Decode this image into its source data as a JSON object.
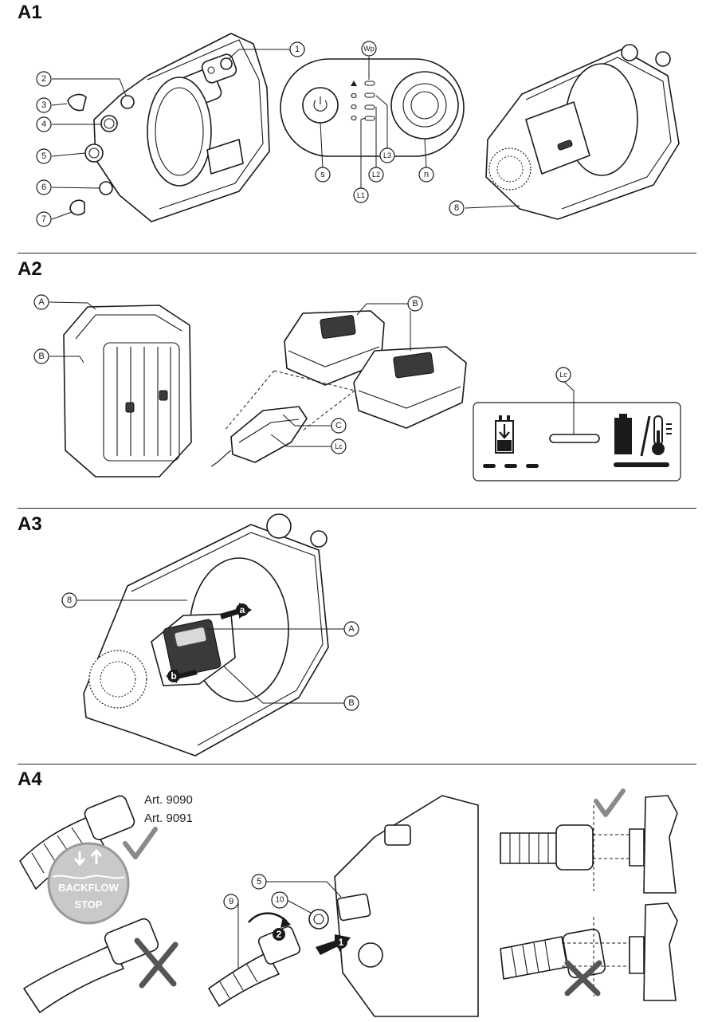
{
  "sections": {
    "a1": "A1",
    "a2": "A2",
    "a3": "A3",
    "a4": "A4"
  },
  "callouts": {
    "c1": "1",
    "c2": "2",
    "c3": "3",
    "c4": "4",
    "c5": "5",
    "c6": "6",
    "c7": "7",
    "c8": "8",
    "c9": "9",
    "c10": "10",
    "wp": "Wp",
    "s": "s",
    "n": "n",
    "l1": "L1",
    "l2": "L2",
    "l3": "L3",
    "a": "A",
    "b": "B",
    "c": "C",
    "lc": "Lc"
  },
  "arrow_labels": {
    "a": "a",
    "b": "b",
    "one": "1",
    "two": "2"
  },
  "a4_texts": {
    "art1": "Art. 9090",
    "art2": "Art. 9091",
    "backflow1": "BACKFLOW",
    "backflow2": "STOP"
  },
  "icons": [
    "power-icon",
    "warning-icon",
    "battery-charge-icon",
    "battery-icon",
    "thermometer-icon",
    "check-mark-icon",
    "cross-mark-icon"
  ],
  "colors": {
    "ink": "#1a1a1a",
    "check_gray": "#8a8a8a",
    "panel_gray": "#d9d9d9"
  }
}
